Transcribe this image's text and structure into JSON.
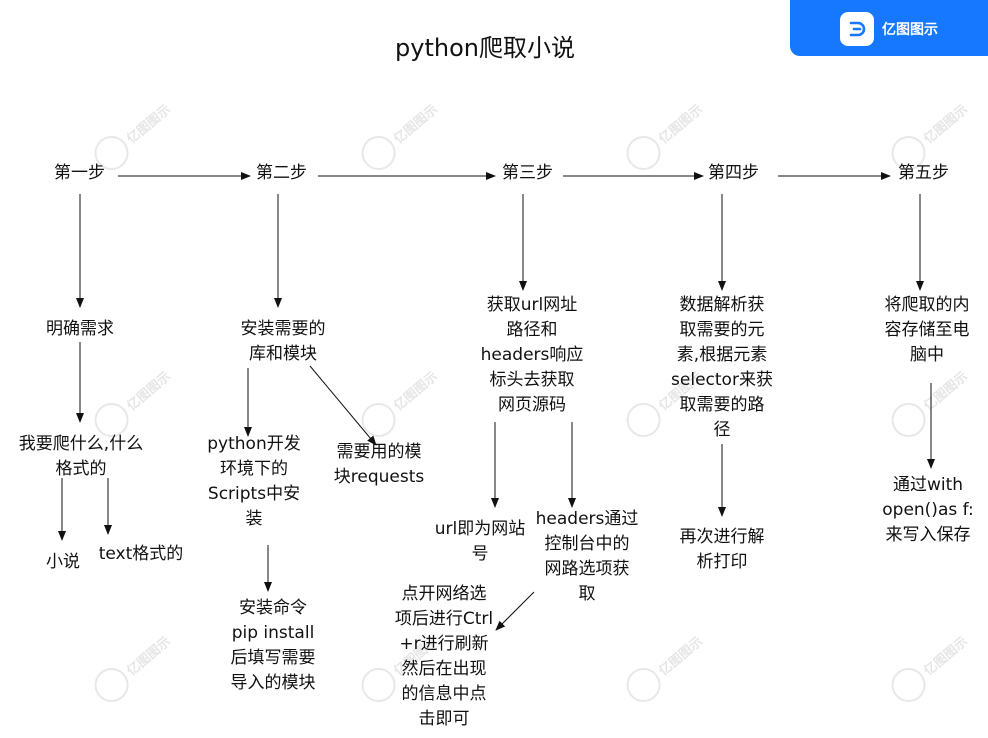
{
  "brand": {
    "name": "亿图图示",
    "logo_icon": "edraw-logo-icon",
    "color": "#1677ff"
  },
  "title": "python爬取小说",
  "watermark": "亿图图示",
  "steps": [
    "第一步",
    "第二步",
    "第三步",
    "第四步",
    "第五步"
  ],
  "nodes": {
    "s1_need": [
      "明确需求"
    ],
    "s1_what": [
      "我要爬什么,什么",
      "格式的"
    ],
    "s1_novel": [
      "小说"
    ],
    "s1_text": [
      "text格式的"
    ],
    "s2_install": [
      "安装需要的",
      "库和模块"
    ],
    "s2_python": [
      "python开发",
      "环境下的",
      "Scripts中安",
      "装"
    ],
    "s2_requests": [
      "需要用的模",
      "块requests"
    ],
    "s2_cmd": [
      "安装命令",
      "pip install",
      "后填写需要",
      "导入的模块"
    ],
    "s3_get": [
      "获取url网址",
      "路径和",
      "headers响应",
      "标头去获取",
      "网页源码"
    ],
    "s3_url": [
      "url即为网站",
      "号"
    ],
    "s3_headers": [
      "headers通过",
      "控制台中的",
      "网路选项获",
      "取"
    ],
    "s3_open": [
      "点开网络选",
      "项后进行Ctrl",
      "+r进行刷新",
      "然后在出现",
      "的信息中点",
      "击即可"
    ],
    "s4_parse": [
      "数据解析获",
      "取需要的元",
      "素,根据元素",
      "selector来获",
      "取需要的路",
      "径"
    ],
    "s4_print": [
      "再次进行解",
      "析打印"
    ],
    "s5_save": [
      "将爬取的内",
      "容存储至电",
      "脑中"
    ],
    "s5_with": [
      "通过with",
      "open()as f:",
      "来写入保存"
    ]
  }
}
